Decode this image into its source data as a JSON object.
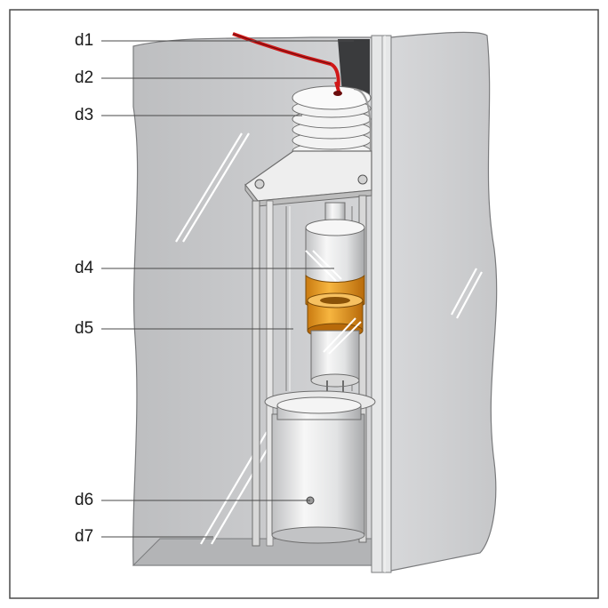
{
  "labels": {
    "d1": "d1",
    "d2": "d2",
    "d3": "d3",
    "d4": "d4",
    "d5": "d5",
    "d6": "d6",
    "d7": "d7"
  },
  "colors": {
    "cabinet_gray": "#c8c9cb",
    "cabinet_side": "#d6d7d9",
    "heatsink_white": "#f2f2f2",
    "accent_orange": "#f0a020",
    "cable_red": "#d01818",
    "frame_border": "#4a4a4a"
  }
}
